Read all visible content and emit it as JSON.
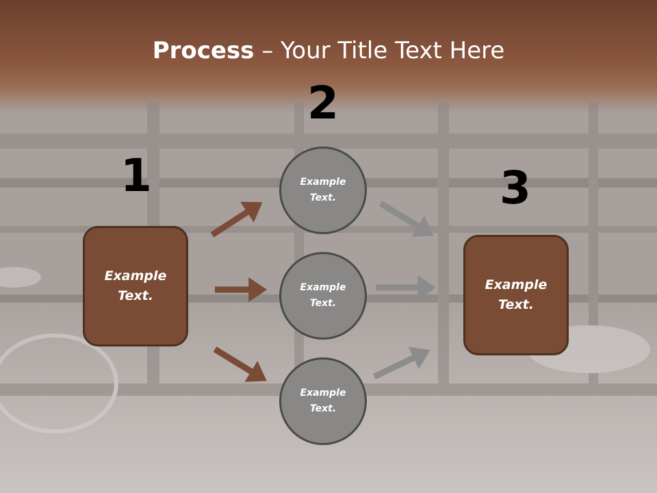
{
  "title": {
    "bold": "Process",
    "rest": " – Your Title Text Here"
  },
  "steps": [
    {
      "number": "1",
      "label": "Example Text."
    },
    {
      "number": "2",
      "labels": [
        "Example Text.",
        "Example Text.",
        "Example Text."
      ]
    },
    {
      "number": "3",
      "label": "Example Text."
    }
  ],
  "colors": {
    "box_fill": "#7a4c35",
    "box_border": "#4e2f20",
    "circle_fill": "#8a8887",
    "circle_border": "#4a4a4a",
    "arrow_in": "#7a4c35",
    "arrow_out": "#8c8c8c"
  }
}
